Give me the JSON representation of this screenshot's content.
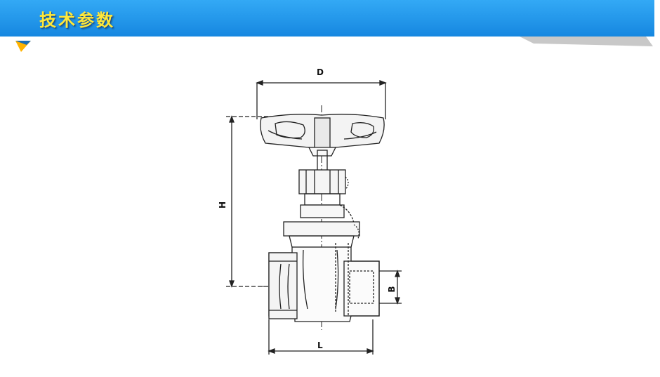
{
  "header": {
    "title": "技术参数",
    "colors": {
      "banner": "#1e9cf0",
      "title": "#ffe83a",
      "accent": "#ffc400"
    }
  },
  "diagram": {
    "dimensions": {
      "d": "D",
      "h": "H",
      "b": "B",
      "l": "L"
    }
  }
}
